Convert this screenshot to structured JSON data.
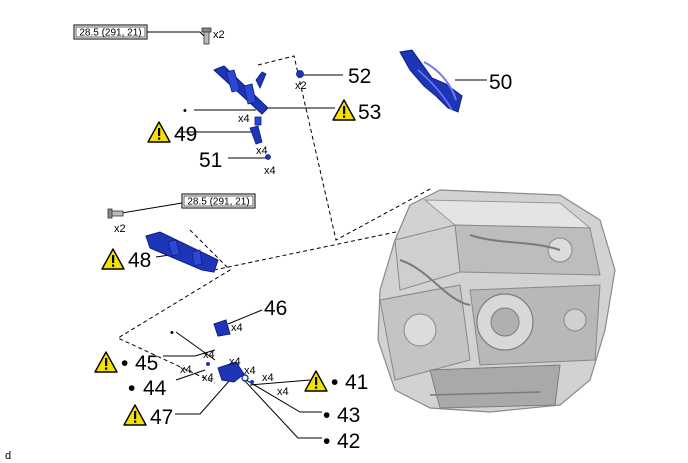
{
  "torque_specs": [
    {
      "id": "t1",
      "text": "28.5 (291, 21)"
    },
    {
      "id": "t2",
      "text": "28.5 (291, 21)"
    }
  ],
  "callouts": {
    "c41": "41",
    "c42": "42",
    "c43": "43",
    "c44": "44",
    "c45": "45",
    "c46": "46",
    "c47": "47",
    "c48": "48",
    "c49": "49",
    "c50": "50",
    "c51": "51",
    "c52": "52",
    "c53": "53"
  },
  "quantities": {
    "q1": "x2",
    "q2": "x2",
    "q3": "x4",
    "q4": "x4",
    "q5": "x4",
    "q6": "x2",
    "q7": "x4",
    "q8": "x4",
    "q9": "x4",
    "q10": "x4",
    "q11": "x4",
    "q12": "x4",
    "q13": "x4",
    "q14": "x4"
  },
  "bullet": "•",
  "warning_mark": "!",
  "footer_letter": "d",
  "colors": {
    "part_blue": "#1f35b8",
    "part_dark": "#0d1f86",
    "warning_yellow": "#f5e100",
    "engine_grey": "#c4c4c4"
  }
}
